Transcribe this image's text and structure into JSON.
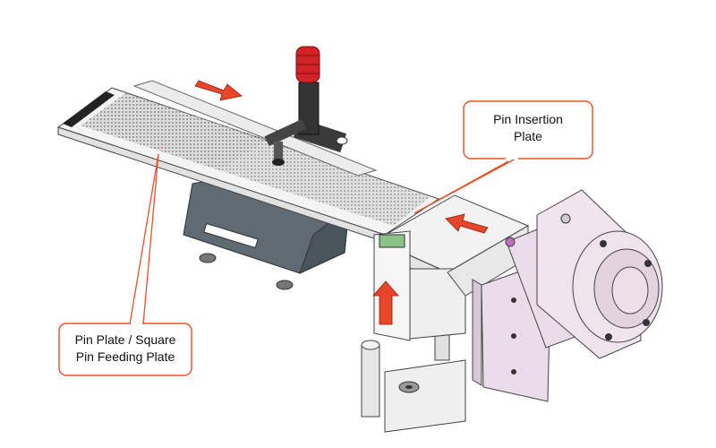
{
  "callouts": {
    "pin_insertion_plate": {
      "line1": "Pin Insertion",
      "line2": "Plate"
    },
    "pin_plate": {
      "line1": "Pin Plate / Square",
      "line2": "Pin Feeding Plate"
    }
  },
  "colors": {
    "callout_border": "#e8502a",
    "arrow": "#e8462a",
    "handle_red": "#d32228",
    "bracket_grey": "#5f6a72",
    "cylinder_pink": "#eadce8"
  }
}
